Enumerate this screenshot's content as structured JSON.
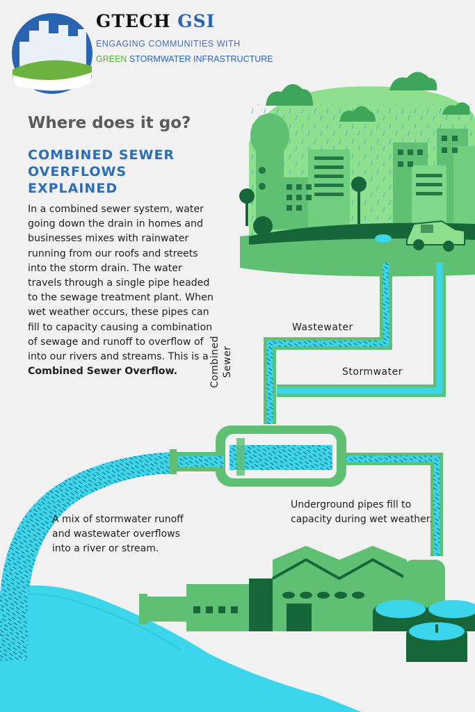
{
  "brand": {
    "name_part1": "GTECH",
    "name_part2": "GSI",
    "tagline_line1": "ENGAGING COMMUNITIES WITH",
    "tagline_green": "GREEN",
    "tagline_rest": " STORMWATER INFRASTRUCTURE"
  },
  "headline": "Where does it go?",
  "subheadline": "COMBINED SEWER OVERFLOWS EXPLAINED",
  "body": {
    "text": "In a combined sewer system, water going down the drain in homes and businesses mixes with rainwater running from our roofs and streets into the storm drain. The water travels through a single pipe headed to the sewage treatment plant. When wet weather occurs, these pipes can fill to capacity causing a combination of sewage and runoff to overflow of into our rivers and streams. This is a ",
    "emphasis": "Combined Sewer Overflow."
  },
  "labels": {
    "wastewater": "Wastewater",
    "stormwater": "Stormwater",
    "combined_line1": "Combined",
    "combined_line2": "Sewer"
  },
  "notes": {
    "underground": "Underground pipes fill to capacity during wet weather.",
    "mix": "A mix of stormwater runoff and wastewater overflows into a river or stream."
  },
  "colors": {
    "green_light": "#8ee08f",
    "green_mid": "#5fbf72",
    "green_dark": "#17663a",
    "water_blue": "#3cd6ec",
    "brand_blue": "#2d6eb3",
    "background": "#f1f1f1"
  }
}
